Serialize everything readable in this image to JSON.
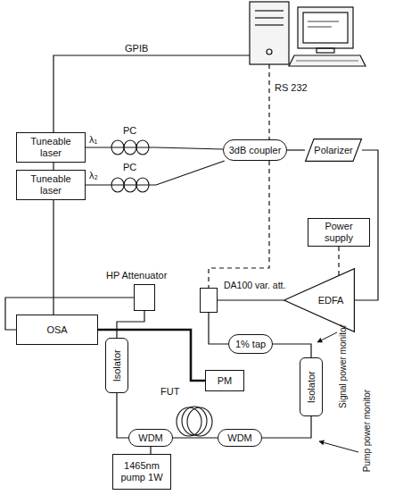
{
  "diagram": {
    "nodes": [
      {
        "text": [
          "Tuneable laser"
        ]
      },
      {
        "text": [
          "Tuneable laser"
        ]
      },
      {
        "text": [
          "3dB coupler"
        ]
      },
      {
        "text": [
          "Polarizer"
        ]
      },
      {
        "text": [
          "Power supply"
        ]
      },
      {
        "text": [
          "EDFA"
        ]
      },
      {
        "text": [
          "DA100 var. att."
        ]
      },
      {
        "text": [
          "HP Attenuator"
        ]
      },
      {
        "text": [
          "OSA"
        ]
      },
      {
        "text": [
          "Isolator"
        ]
      },
      {
        "text": [
          "1% tap"
        ]
      },
      {
        "text": [
          "PM"
        ]
      },
      {
        "text": [
          "Isolator"
        ]
      },
      {
        "text": [
          "WDM"
        ]
      },
      {
        "text": [
          "WDM"
        ]
      },
      {
        "text": [
          "1465nm pump 1W"
        ]
      }
    ],
    "edges": [
      {
        "from": 0,
        "to": 2,
        "arrow": "none"
      },
      {
        "from": 1,
        "to": 2,
        "arrow": "none"
      },
      {
        "from": 2,
        "to": 3,
        "arrow": "none"
      },
      {
        "from": 3,
        "to": 5,
        "arrow": "none"
      },
      {
        "from": 4,
        "to": 5,
        "arrow": "none"
      },
      {
        "from": 5,
        "to": 6,
        "arrow": "none"
      },
      {
        "from": 6,
        "to": 10,
        "arrow": "none"
      },
      {
        "from": 10,
        "to": 12,
        "arrow": "none"
      },
      {
        "from": 12,
        "to": 14,
        "arrow": "none"
      },
      {
        "from": 14,
        "to": 13,
        "arrow": "none"
      },
      {
        "from": 13,
        "to": 9,
        "arrow": "none"
      },
      {
        "from": 9,
        "to": 7,
        "arrow": "none"
      },
      {
        "from": 7,
        "to": 8,
        "arrow": "none"
      },
      {
        "from": 8,
        "to": 11,
        "arrow": "none"
      },
      {
        "from": 15,
        "to": 13,
        "arrow": "none"
      }
    ],
    "labels": [
      "GPIB",
      "RS 232",
      "λ₁",
      "λ₂",
      "PC",
      "PC",
      "FUT",
      "Signal power monitor",
      "Pump power monitor"
    ]
  }
}
